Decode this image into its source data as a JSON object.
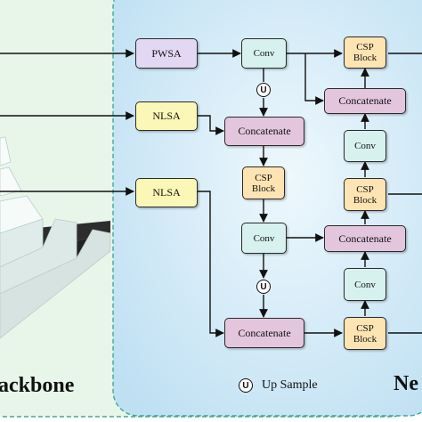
{
  "modules": {
    "pwsa": "PWSA",
    "nlsa_1": "NLSA",
    "nlsa_2": "NLSA",
    "conv_top": "Conv",
    "conv_mid": "Conv",
    "conv_right_top": "Conv",
    "conv_right_bottom": "Conv",
    "concat_right_top": "Concatenate",
    "concat_mid_top": "Concatenate",
    "concat_right_mid": "Concatenate",
    "concat_bottom": "Concatenate",
    "csp_label_1": "CSP",
    "csp_label_2": "Block"
  },
  "upsample_symbol": "U",
  "legend": {
    "symbol": "U",
    "label": "Up Sample"
  },
  "sections": {
    "backbone": "ackbone",
    "neck": "Ne"
  },
  "colors": {
    "backbone_panel": "#e8f6ea",
    "neck_panel": "#cfe8f6",
    "pwsa": "#e2d8f3",
    "nlsa": "#fbf7b6",
    "conv": "#d7f1ee",
    "concatenate": "#e3c6de",
    "csp_block": "#fde4b2",
    "dashed_border": "#3fa894"
  }
}
